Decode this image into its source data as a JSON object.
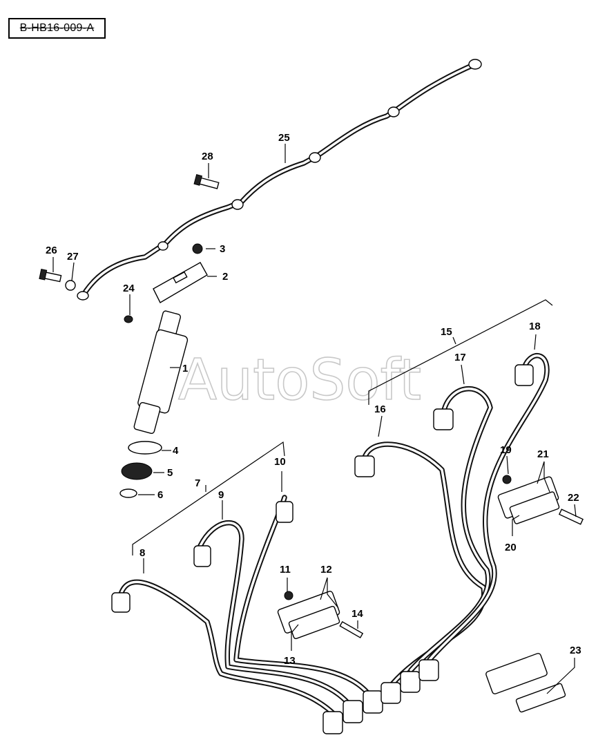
{
  "reference_code": "B-HB16-009-A",
  "watermark": "AutoSoft",
  "callouts": [
    {
      "id": "c1",
      "text": "1"
    },
    {
      "id": "c2",
      "text": "2"
    },
    {
      "id": "c3",
      "text": "3"
    },
    {
      "id": "c4",
      "text": "4"
    },
    {
      "id": "c5",
      "text": "5"
    },
    {
      "id": "c6",
      "text": "6"
    },
    {
      "id": "c7",
      "text": "7"
    },
    {
      "id": "c8",
      "text": "8"
    },
    {
      "id": "c9",
      "text": "9"
    },
    {
      "id": "c10",
      "text": "10"
    },
    {
      "id": "c11",
      "text": "11"
    },
    {
      "id": "c12",
      "text": "12"
    },
    {
      "id": "c13",
      "text": "13"
    },
    {
      "id": "c14",
      "text": "14"
    },
    {
      "id": "c15",
      "text": "15"
    },
    {
      "id": "c16",
      "text": "16"
    },
    {
      "id": "c17",
      "text": "17"
    },
    {
      "id": "c18",
      "text": "18"
    },
    {
      "id": "c19",
      "text": "19"
    },
    {
      "id": "c20",
      "text": "20"
    },
    {
      "id": "c21",
      "text": "21"
    },
    {
      "id": "c22",
      "text": "22"
    },
    {
      "id": "c23",
      "text": "23"
    },
    {
      "id": "c24",
      "text": "24"
    },
    {
      "id": "c25",
      "text": "25"
    },
    {
      "id": "c26",
      "text": "26"
    },
    {
      "id": "c27",
      "text": "27"
    },
    {
      "id": "c28",
      "text": "28"
    }
  ]
}
